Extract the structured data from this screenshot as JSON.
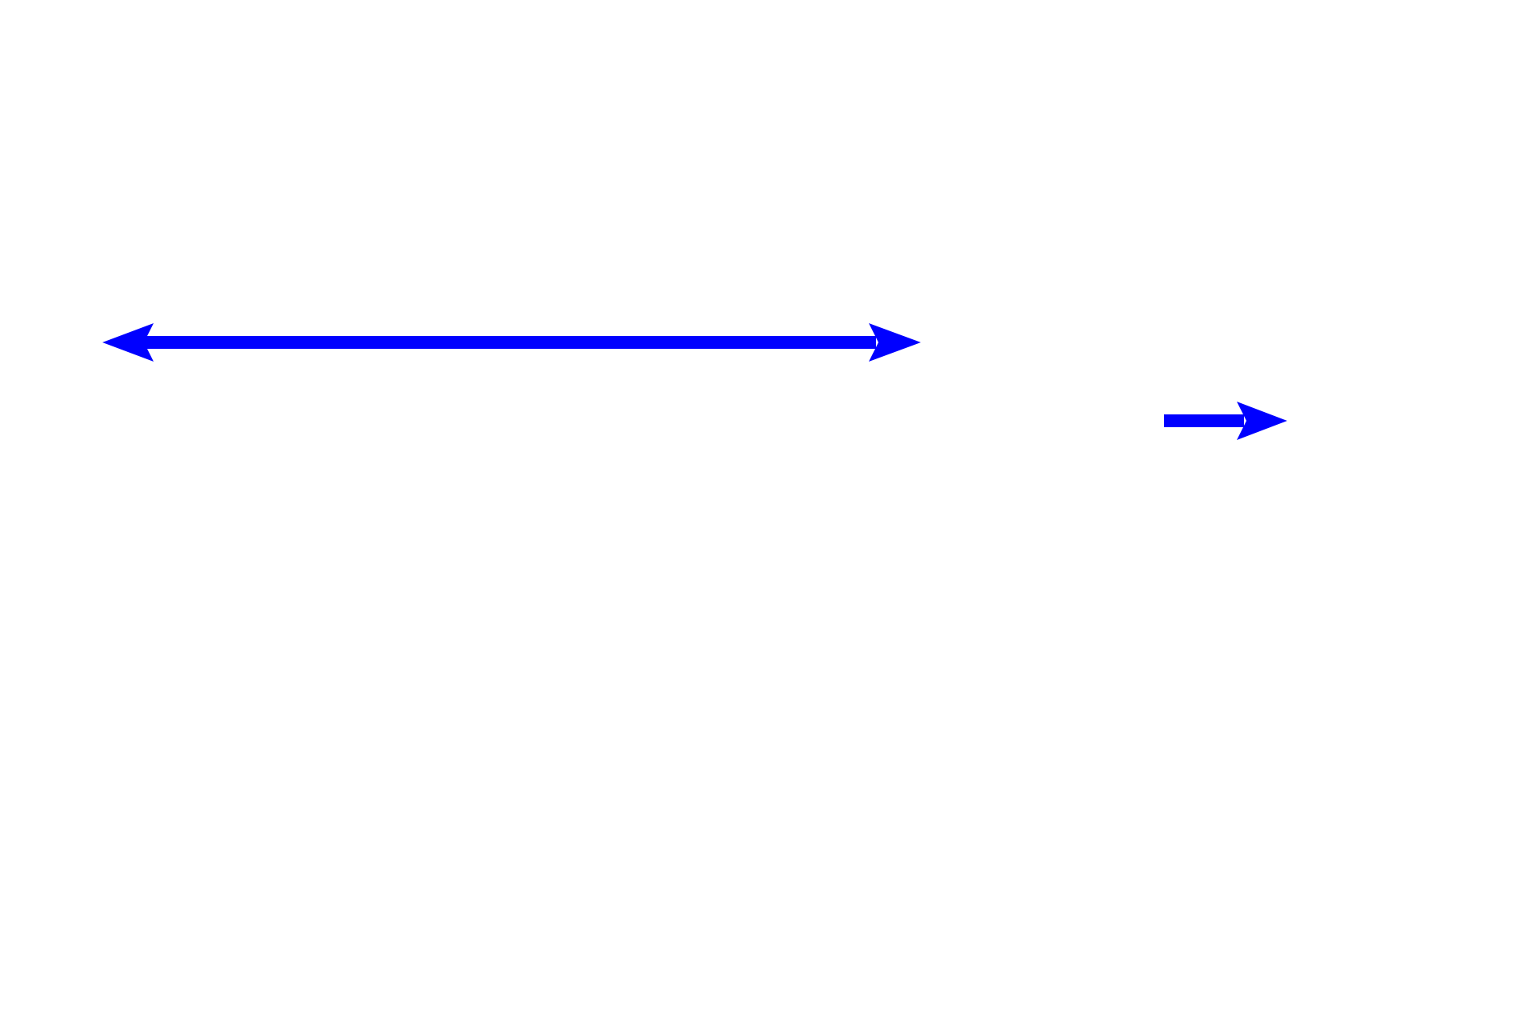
{
  "colors": {
    "background": "#ffffff",
    "arrow": "#0000ff"
  },
  "arrows": [
    {
      "kind": "double-headed",
      "direction": "horizontal"
    },
    {
      "kind": "single-headed",
      "direction": "right"
    }
  ]
}
